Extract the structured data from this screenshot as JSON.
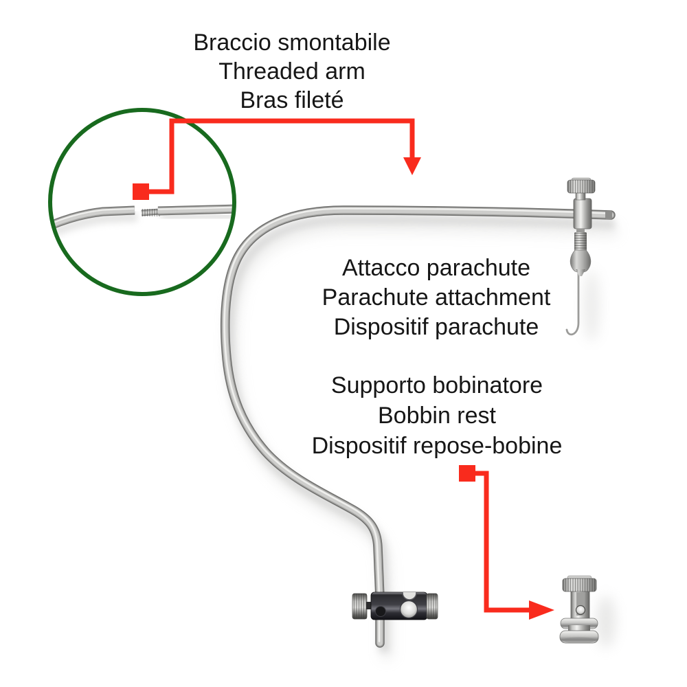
{
  "labels": {
    "threaded_arm": {
      "it": "Braccio smontabile",
      "en": "Threaded arm",
      "fr": "Bras fileté"
    },
    "parachute_attachment": {
      "it": "Attacco parachute",
      "en": "Parachute attachment",
      "fr": "Dispositif parachute"
    },
    "bobbin_rest": {
      "it": "Supporto bobinatore",
      "en": "Bobbin rest",
      "fr": "Dispositif repose-bobine"
    }
  },
  "colors": {
    "background": "#ffffff",
    "callout_red": "#f92b1d",
    "detail_circle_green": "#186a1e",
    "label_text": "#161616",
    "steel_light": "#d6d6d4",
    "steel_mid": "#a8a8a6",
    "steel_dark": "#6f6f6d",
    "clamp_block": "#2a2a2e"
  }
}
